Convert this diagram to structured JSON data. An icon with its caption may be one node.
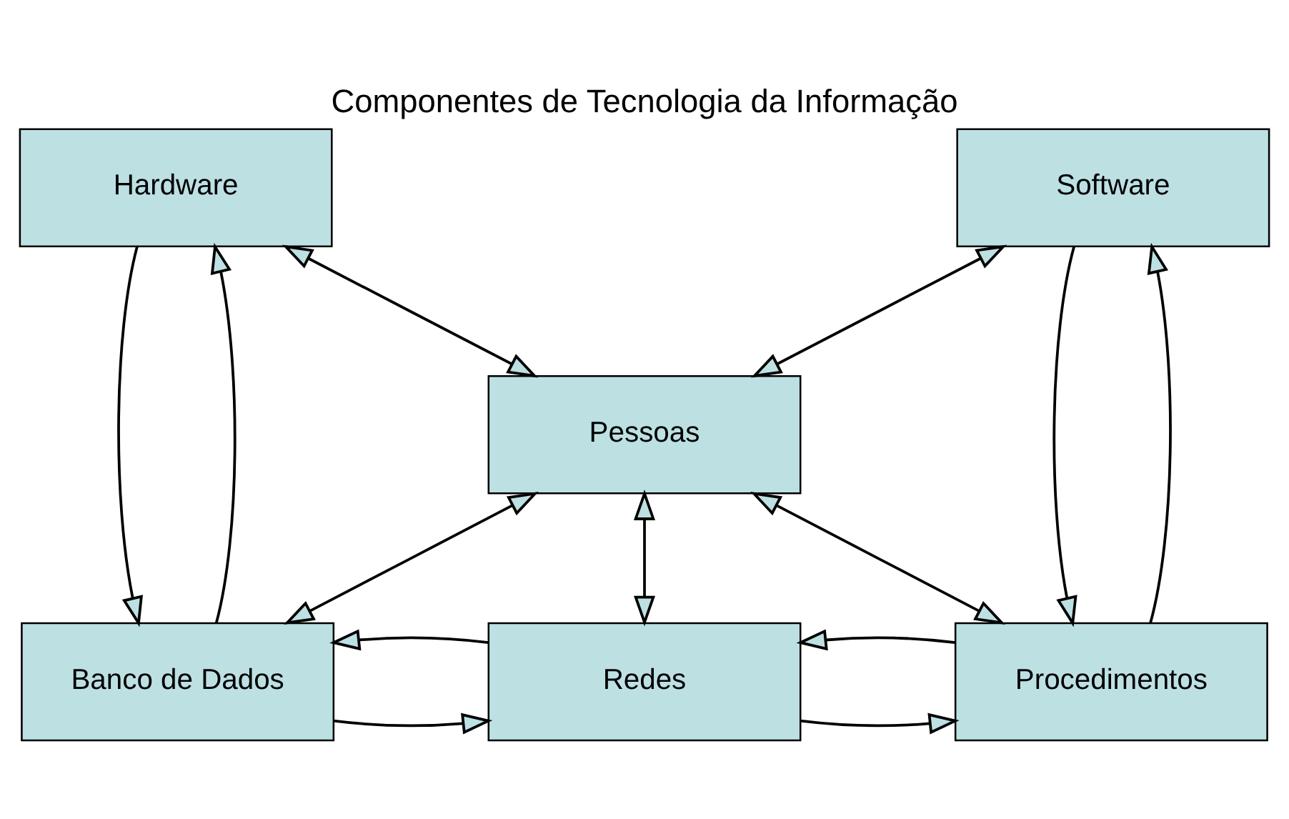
{
  "diagram": {
    "title": "Componentes de Tecnologia da Informação",
    "nodes": [
      {
        "text": [
          "Hardware"
        ]
      },
      {
        "text": [
          "Software"
        ]
      },
      {
        "text": [
          "Pessoas"
        ]
      },
      {
        "text": [
          "Banco de Dados"
        ]
      },
      {
        "text": [
          "Redes"
        ]
      },
      {
        "text": [
          "Procedimentos"
        ]
      }
    ],
    "edges": [
      {
        "from": 0,
        "to": 3,
        "arrow": "to"
      },
      {
        "from": 3,
        "to": 0,
        "arrow": "to"
      },
      {
        "from": 1,
        "to": 5,
        "arrow": "to"
      },
      {
        "from": 5,
        "to": 1,
        "arrow": "to"
      },
      {
        "from": 0,
        "to": 2,
        "arrow": "both"
      },
      {
        "from": 1,
        "to": 2,
        "arrow": "both"
      },
      {
        "from": 2,
        "to": 3,
        "arrow": "both"
      },
      {
        "from": 2,
        "to": 4,
        "arrow": "both"
      },
      {
        "from": 2,
        "to": 5,
        "arrow": "both"
      },
      {
        "from": 3,
        "to": 4,
        "arrow": "to"
      },
      {
        "from": 4,
        "to": 3,
        "arrow": "to"
      },
      {
        "from": 4,
        "to": 5,
        "arrow": "to"
      },
      {
        "from": 5,
        "to": 4,
        "arrow": "to"
      }
    ]
  }
}
